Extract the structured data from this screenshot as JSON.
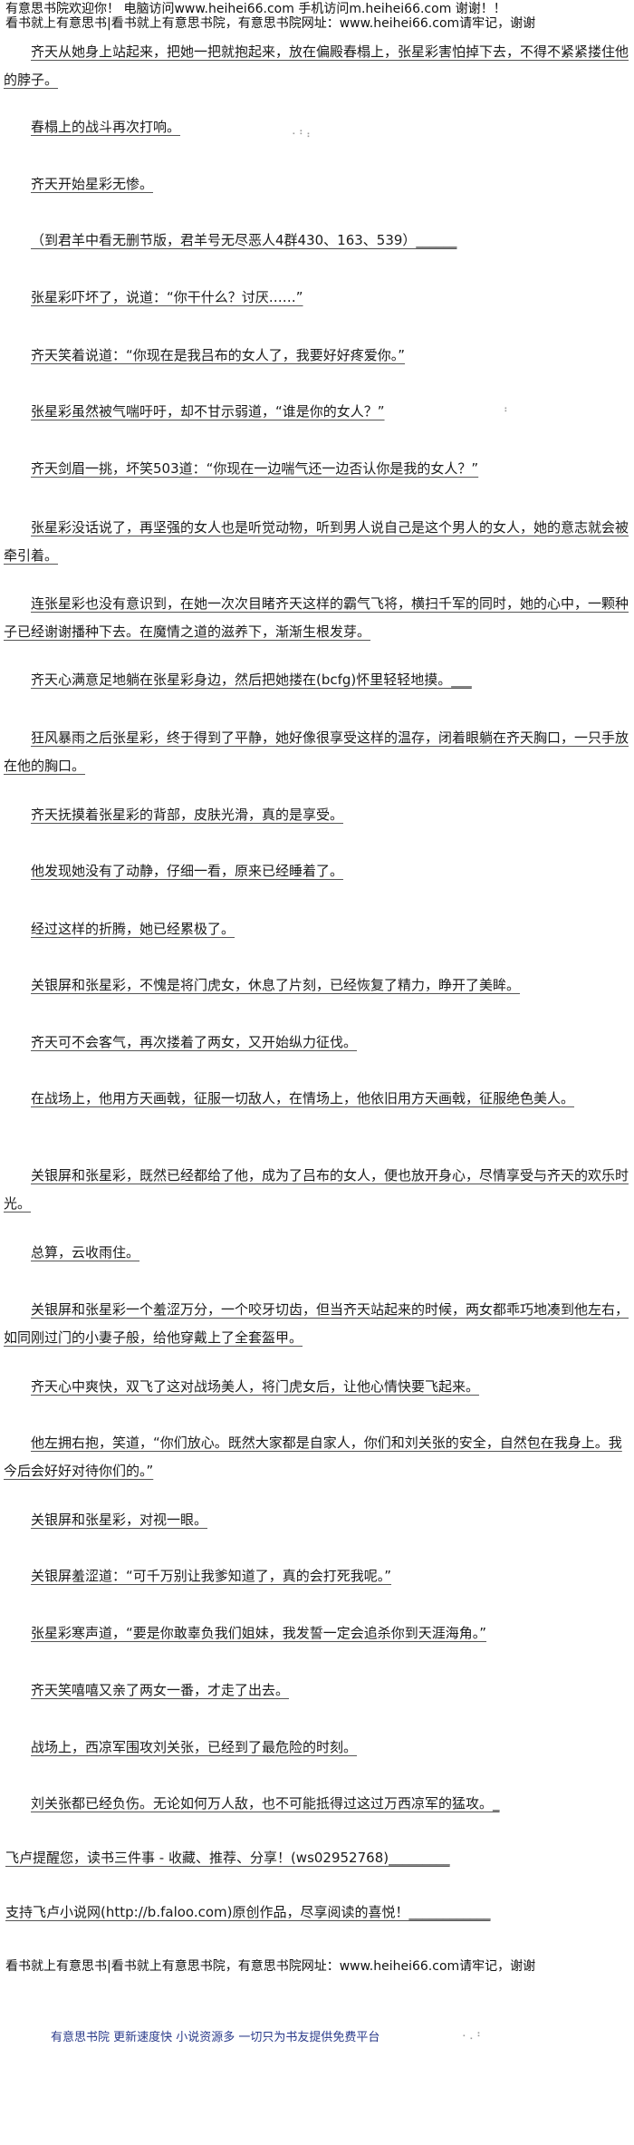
{
  "header": {
    "welcome": "有意思书院欢迎你！ 电脑访问www.heihei66.com   手机访问m.heihei66.com 谢谢！！",
    "nav": "看书就上有意思书|看书就上有意思书院，有意思书院网址：www.heihei66.com请牢记，谢谢"
  },
  "paragraphs": [
    "齐天从她身上站起来，把她一把就抱起来，放在偏殿春榻上，张星彩害怕掉下去，不得不紧紧搂住他的脖子。",
    "春榻上的战斗再次打响。",
    "齐天开始星彩无惨。",
    "（到君羊中看无删节版，君羊号无尽恶人4群430、163、539）______",
    "张星彩吓坏了，说道：“你干什么？讨厌……”",
    "齐天笑着说道：“你现在是我吕布的女人了，我要好好疼爱你。”",
    "张星彩虽然被气喘吁吁，却不甘示弱道，“谁是你的女人？”",
    "齐天剑眉一挑，坏笑503道：“你现在一边喘气还一边否认你是我的女人？”",
    "张星彩没话说了，再坚强的女人也是听觉动物，听到男人说自己是这个男人的女人，她的意志就会被牵引着。",
    "连张星彩也没有意识到，在她一次次目睹齐天这样的霸气飞将，横扫千军的同时，她的心中，一颗种子已经谢谢播种下去。在魔情之道的滋养下，渐渐生根发芽。",
    "齐天心满意足地躺在张星彩身边，然后把她搂在(bcfg)怀里轻轻地摸。___",
    "狂风暴雨之后张星彩，终于得到了平静，她好像很享受这样的温存，闭着眼躺在齐天胸口，一只手放在他的胸口。",
    "齐天抚摸着张星彩的背部，皮肤光滑，真的是享受。",
    "他发现她没有了动静，仔细一看，原来已经睡着了。",
    "经过这样的折腾，她已经累极了。",
    "关银屏和张星彩，不愧是将门虎女，休息了片刻，已经恢复了精力，睁开了美眸。",
    "齐天可不会客气，再次搂着了两女，又开始纵力征伐。",
    "在战场上，他用方天画戟，征服一切敌人，在情场上，他依旧用方天画戟，征服绝色美人。",
    "关银屏和张星彩，既然已经都给了他，成为了吕布的女人，便也放开身心，尽情享受与齐天的欢乐时光。",
    "总算，云收雨住。",
    "关银屏和张星彩一个羞涩万分，一个咬牙切齿，但当齐天站起来的时候，两女都乖巧地凑到他左右，如同刚过门的小妻子般，给他穿戴上了全套盔甲。",
    "齐天心中爽快，双飞了这对战场美人，将门虎女后，让他心情快要飞起来。",
    "他左拥右抱，笑道，“你们放心。既然大家都是自家人，你们和刘关张的安全，自然包在我身上。我今后会好好对待你们的。”",
    "关银屏和张星彩，对视一眼。",
    "关银屏羞涩道：“可千万别让我爹知道了，真的会打死我呢。”",
    "张星彩寒声道，“要是你敢辜负我们姐妹，我发誓一定会追杀你到天涯海角。”",
    "齐天笑嘻嘻又亲了两女一番，才走了出去。",
    "战场上，西凉军围攻刘关张，已经到了最危险的时刻。",
    "刘关张都已经负伤。无论如何万人敌，也不可能抵得过这过万西凉军的猛攻。_"
  ],
  "footer": {
    "reminder": "飞卢提醒您，读书三件事 - 收藏、推荐、分享！(ws02952768)_________",
    "support": "支持飞卢小说网(http://b.faloo.com)原创作品，尽享阅读的喜悦！____________",
    "nav": "看书就上有意思书|看书就上有意思书院，有意思书院网址：www.heihei66.com请牢记，谢谢",
    "slogan": "有意思书院 更新速度快 小说资源多 一切只为书友提供免费平台"
  }
}
